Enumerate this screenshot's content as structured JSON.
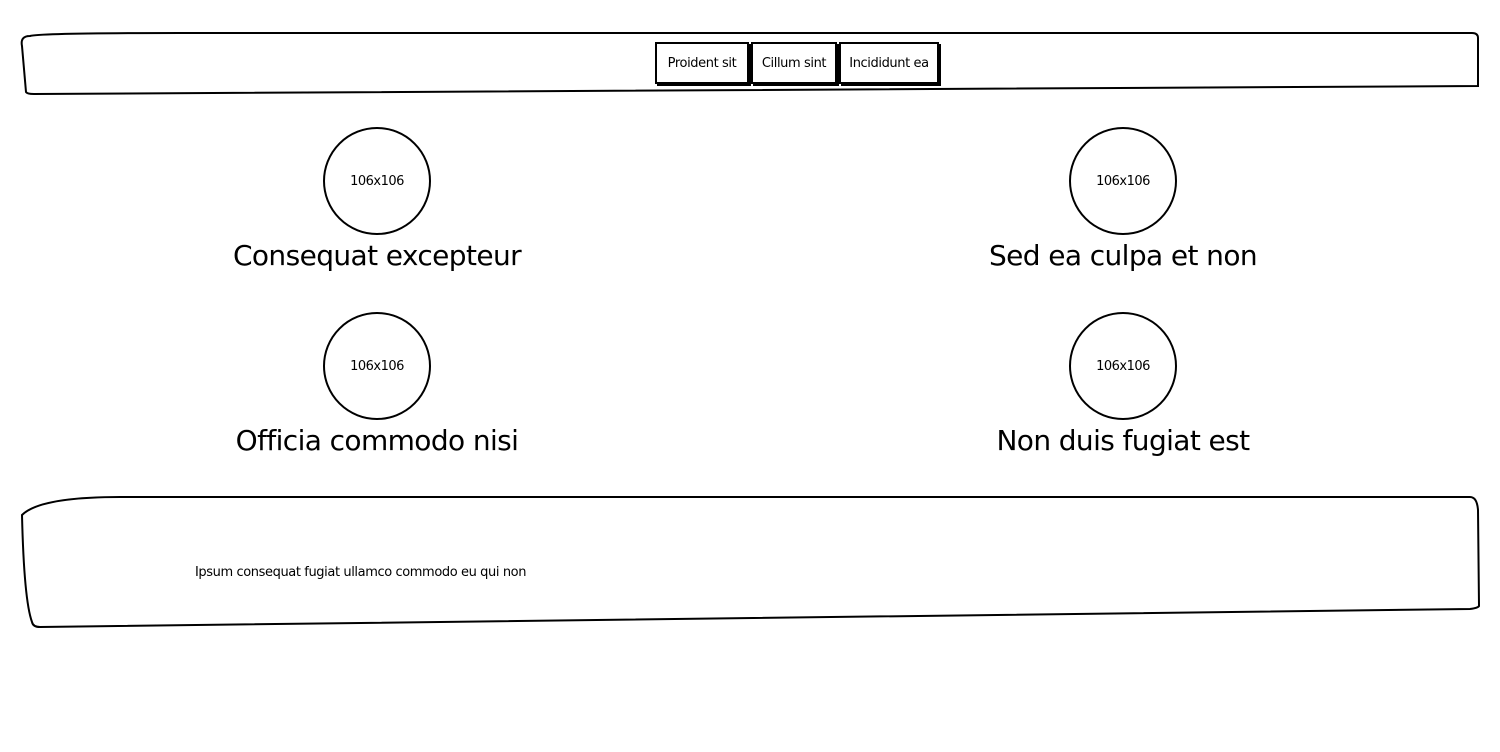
{
  "header": {
    "nav": [
      {
        "label": "Proident sit"
      },
      {
        "label": "Cillum sint"
      },
      {
        "label": "Incididunt ea"
      }
    ]
  },
  "features": [
    {
      "image_label": "106x106",
      "title": "Consequat excepteur"
    },
    {
      "image_label": "106x106",
      "title": "Sed ea culpa et non"
    },
    {
      "image_label": "106x106",
      "title": "Officia commodo nisi"
    },
    {
      "image_label": "106x106",
      "title": "Non duis fugiat est"
    }
  ],
  "footer": {
    "text": "Ipsum consequat fugiat ullamco commodo eu qui non"
  }
}
